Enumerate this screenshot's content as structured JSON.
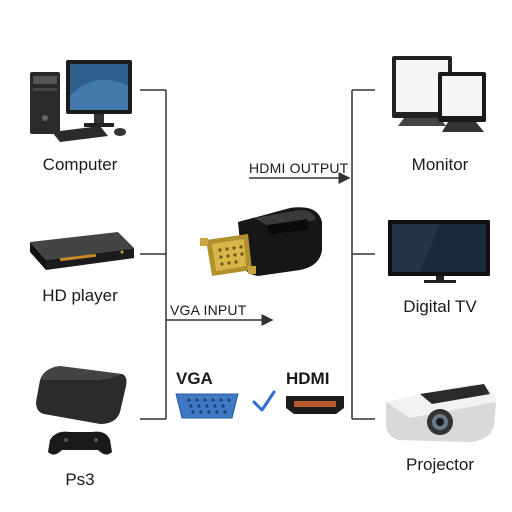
{
  "sources": [
    {
      "name": "Computer",
      "icon": "desktop-computer-icon"
    },
    {
      "name": "HD player",
      "icon": "hd-player-icon"
    },
    {
      "name": "Ps3",
      "icon": "game-console-icon"
    }
  ],
  "outputs": [
    {
      "name": "Monitor",
      "icon": "monitor-icon"
    },
    {
      "name": "Digital TV",
      "icon": "tv-icon"
    },
    {
      "name": "Projector",
      "icon": "projector-icon"
    }
  ],
  "flows": {
    "hdmi_output": "HDMI OUTPUT",
    "vga_input": "VGA INPUT"
  },
  "ports": {
    "vga": "VGA",
    "hdmi": "HDMI"
  },
  "colors": {
    "line": "#333333",
    "vga_blue": "#3f79c4",
    "check_blue": "#2d6fd1"
  }
}
